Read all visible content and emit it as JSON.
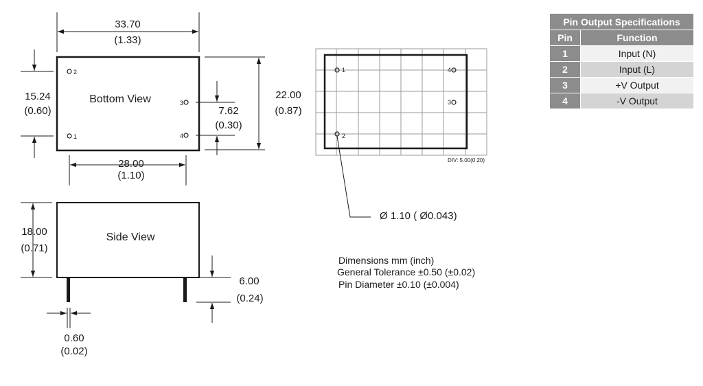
{
  "table": {
    "title": "Pin Output Specifications",
    "headers": {
      "pin": "Pin",
      "function": "Function"
    },
    "rows": [
      {
        "pin": "1",
        "function": "Input (N)"
      },
      {
        "pin": "2",
        "function": "Input (L)"
      },
      {
        "pin": "3",
        "function": "+V Output"
      },
      {
        "pin": "4",
        "function": "-V Output"
      }
    ]
  },
  "bottom_view": {
    "label": "Bottom View",
    "width_mm": "33.70",
    "width_in": "(1.33)",
    "height_mm": "22.00",
    "height_in": "(0.87)",
    "left_offset_mm": "15.24",
    "left_offset_in": "(0.60)",
    "pin_spacing_mm": "7.62",
    "pin_spacing_in": "(0.30)",
    "pitch_mm": "28.00",
    "pitch_in": "(1.10)",
    "pins": [
      "1",
      "2",
      "3",
      "4"
    ]
  },
  "side_view": {
    "label": "Side View",
    "height_mm": "18.00",
    "height_in": "(0.71)",
    "pin_length_mm": "6.00",
    "pin_length_in": "(0.24)",
    "pin_width_mm": "0.60",
    "pin_width_in": "(0.02)"
  },
  "grid_view": {
    "div_label": "DIV: 5.00(0.20)",
    "pins": [
      "1",
      "2",
      "3",
      "4"
    ],
    "hole_label": "Ø 1.10 ( Ø0.043)"
  },
  "notes": {
    "line1": "Dimensions mm  (inch)",
    "line2": "General Tolerance ±0.50 (±0.02)",
    "line3": "Pin Diameter ±0.10 (±0.004)"
  }
}
